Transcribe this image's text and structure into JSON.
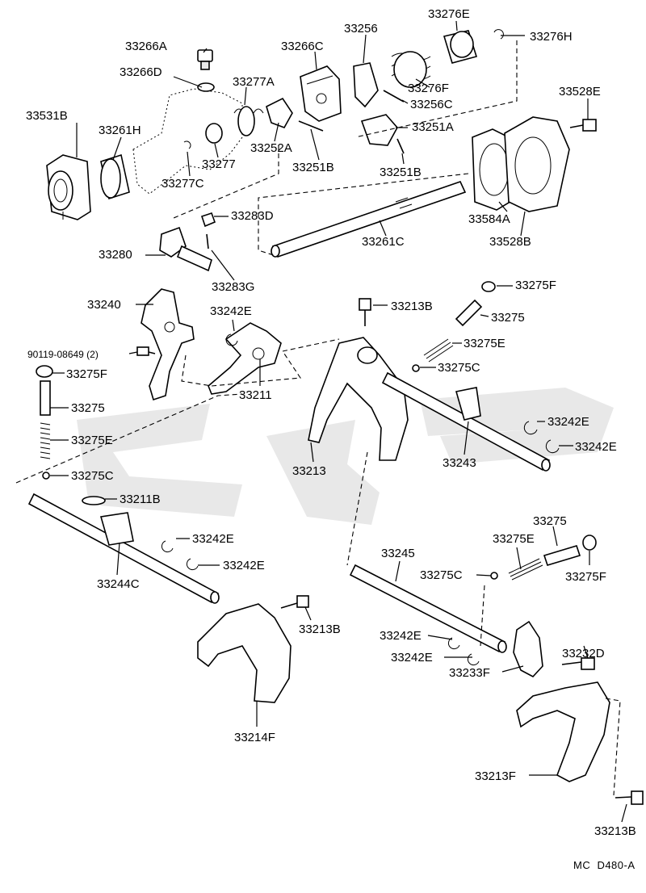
{
  "diagram": {
    "code": "MC  D480-A",
    "labels": {
      "p33276E": "33276E",
      "p33276H": "33276H",
      "p33256": "33256",
      "p33266C": "33266C",
      "p33266A": "33266A",
      "p33266D": "33266D",
      "p33277A": "33277A",
      "p33276F": "33276F",
      "p33256C": "33256C",
      "p33528E_top": "33528E",
      "p33531B": "33531B",
      "p33261H": "33261H",
      "p33251A": "33251A",
      "p33252A": "33252A",
      "p33277": "33277",
      "p33251B_a": "33251B",
      "p33251B_b": "33251B",
      "p33277C": "33277C",
      "p33283D": "33283D",
      "p33584A": "33584A",
      "p33261C": "33261C",
      "p33528B": "33528B",
      "p33280": "33280",
      "p33283G": "33283G",
      "p33275F_a": "33275F",
      "p33240": "33240",
      "p33213B_a": "33213B",
      "p33242E_a": "33242E",
      "p33275_a": "33275",
      "p33275E_a": "33275E",
      "p90119": "90119-08649 (2)",
      "p33275C_a": "33275C",
      "p33275F_b": "33275F",
      "p33211": "33211",
      "p33275_b": "33275",
      "p33242E_b": "33242E",
      "p33275E_b": "33275E",
      "p33242E_c": "33242E",
      "p33213": "33213",
      "p33243": "33243",
      "p33275C_b": "33275C",
      "p33211B": "33211B",
      "p33275_c": "33275",
      "p33242E_d": "33242E",
      "p33275E_c": "33275E",
      "p33245": "33245",
      "p33242E_e": "33242E",
      "p33275C_c": "33275C",
      "p33275F_c": "33275F",
      "p33244C": "33244C",
      "p33213B_b": "33213B",
      "p33232D": "33232D",
      "p33242E_f": "33242E",
      "p33242E_g": "33242E",
      "p33233F": "33233F",
      "p33214F": "33214F",
      "p33213F": "33213F",
      "p33213B_c": "33213B"
    }
  }
}
